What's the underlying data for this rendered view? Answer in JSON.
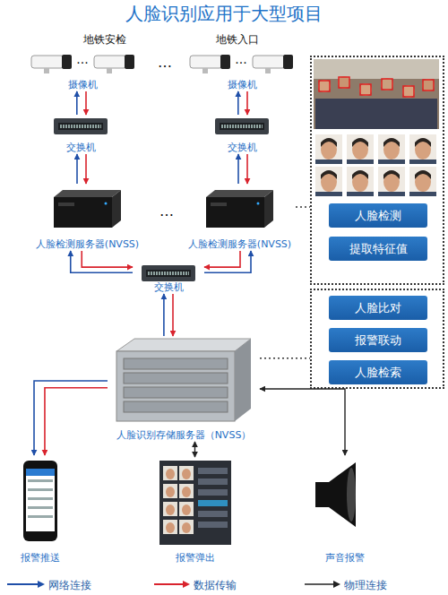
{
  "diagram": {
    "title": "人脸识别应用于大型项目",
    "nodes": [
      {
        "text": [
          "摄像机"
        ]
      },
      {
        "text": [
          "摄像机"
        ]
      },
      {
        "text": [
          "交换机"
        ]
      },
      {
        "text": [
          "交换机"
        ]
      },
      {
        "text": [
          "人脸检测服务器(NVSS)"
        ]
      },
      {
        "text": [
          "人脸检测服务器(NVSS)"
        ]
      },
      {
        "text": []
      },
      {
        "text": [
          "人脸检测"
        ],
        "in": 6
      },
      {
        "text": [
          "提取特征值"
        ],
        "in": 6
      },
      {
        "text": [
          "交换机"
        ]
      },
      {
        "text": [
          "人脸识别存储服务器（NVSS）"
        ]
      },
      {
        "text": []
      },
      {
        "text": [
          "人脸比对"
        ],
        "in": 11
      },
      {
        "text": [
          "报警联动"
        ],
        "in": 11
      },
      {
        "text": [
          "人脸检索"
        ],
        "in": 11
      },
      {
        "text": [
          "报警推送"
        ]
      },
      {
        "text": [
          "报警弹出"
        ]
      },
      {
        "text": [
          "声音报警"
        ]
      }
    ],
    "edges": [
      {
        "from": 2,
        "to": 0,
        "arrow": "to"
      },
      {
        "from": 0,
        "to": 2,
        "arrow": "to"
      },
      {
        "from": 3,
        "to": 1,
        "arrow": "to"
      },
      {
        "from": 1,
        "to": 3,
        "arrow": "to"
      },
      {
        "from": 4,
        "to": 2,
        "arrow": "to"
      },
      {
        "from": 2,
        "to": 4,
        "arrow": "to"
      },
      {
        "from": 5,
        "to": 3,
        "arrow": "to"
      },
      {
        "from": 3,
        "to": 5,
        "arrow": "to"
      },
      {
        "from": 9,
        "to": 4,
        "arrow": "to"
      },
      {
        "from": 4,
        "to": 9,
        "arrow": "to"
      },
      {
        "from": 9,
        "to": 5,
        "arrow": "to"
      },
      {
        "from": 5,
        "to": 9,
        "arrow": "to"
      },
      {
        "from": 10,
        "to": 9,
        "arrow": "to"
      },
      {
        "from": 9,
        "to": 10,
        "arrow": "to"
      },
      {
        "from": 10,
        "to": 15,
        "arrow": "to"
      },
      {
        "from": 10,
        "to": 15,
        "arrow": "to"
      },
      {
        "from": 10,
        "to": 16,
        "arrow": "both"
      },
      {
        "from": 10,
        "to": 17,
        "arrow": "both"
      },
      {
        "from": 5,
        "to": 6,
        "arrow": "none"
      },
      {
        "from": 10,
        "to": 11,
        "arrow": "none"
      }
    ],
    "labels": [
      "地铁安检",
      "地铁入口",
      "···",
      "···",
      "…",
      "…"
    ],
    "legend": [
      {
        "text": "网络连接"
      },
      {
        "text": "数据传输"
      },
      {
        "text": "物理连接"
      }
    ]
  }
}
